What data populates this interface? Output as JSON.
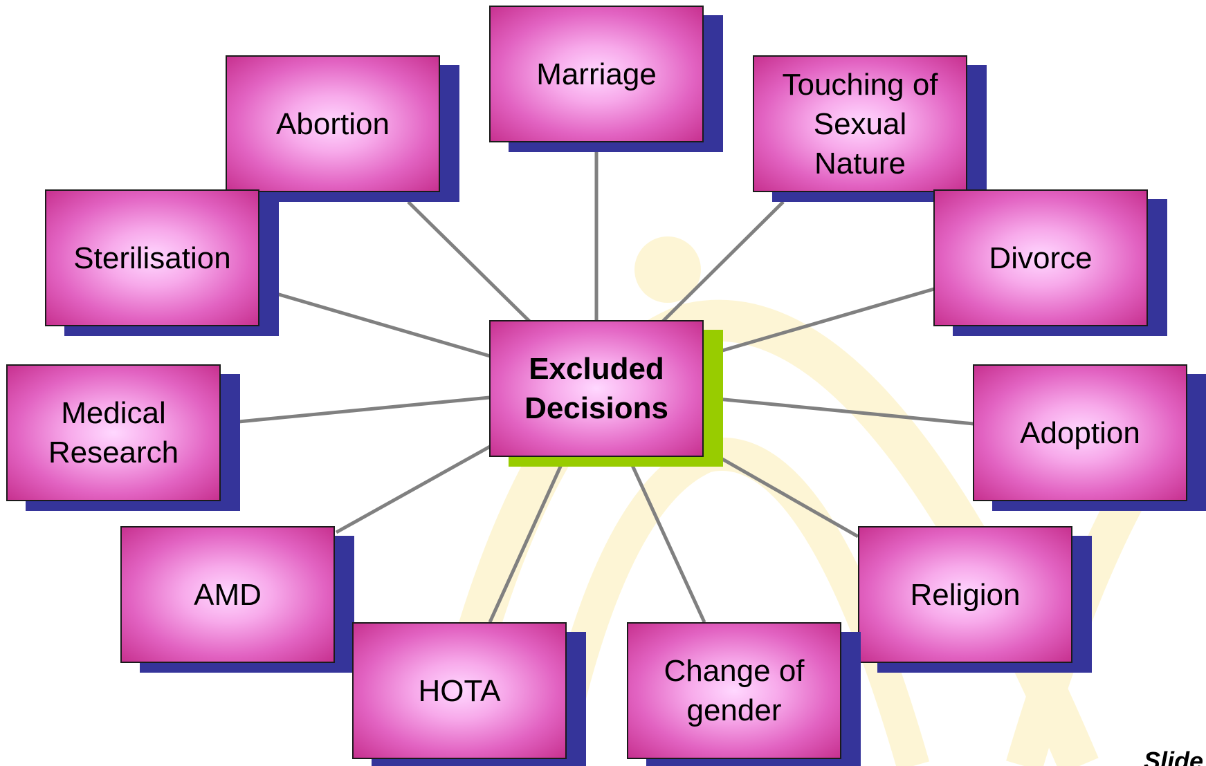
{
  "center": {
    "label_line1": "Excluded",
    "label_line2": "Decisions"
  },
  "nodes": {
    "marriage": {
      "label": "Marriage"
    },
    "abortion": {
      "label": "Abortion"
    },
    "touching": {
      "label_line1": "Touching of",
      "label_line2": "Sexual",
      "label_line3": "Nature"
    },
    "sterilisation": {
      "label": "Sterilisation"
    },
    "divorce": {
      "label": "Divorce"
    },
    "medical_research": {
      "label_line1": "Medical",
      "label_line2": "Research"
    },
    "adoption": {
      "label": "Adoption"
    },
    "amd": {
      "label": "AMD"
    },
    "religion": {
      "label": "Religion"
    },
    "hota": {
      "label": "HOTA"
    },
    "change_of_gender": {
      "label_line1": "Change of",
      "label_line2": "gender"
    }
  },
  "footer": {
    "slide_no": "Slide No"
  },
  "colors": {
    "node_fill_center": "#ffd8ff",
    "node_fill_edge": "#c7318f",
    "node_shadow": "#35349a",
    "center_shadow": "#98cc00",
    "connector": "#808080",
    "watermark": "#f5c800"
  }
}
